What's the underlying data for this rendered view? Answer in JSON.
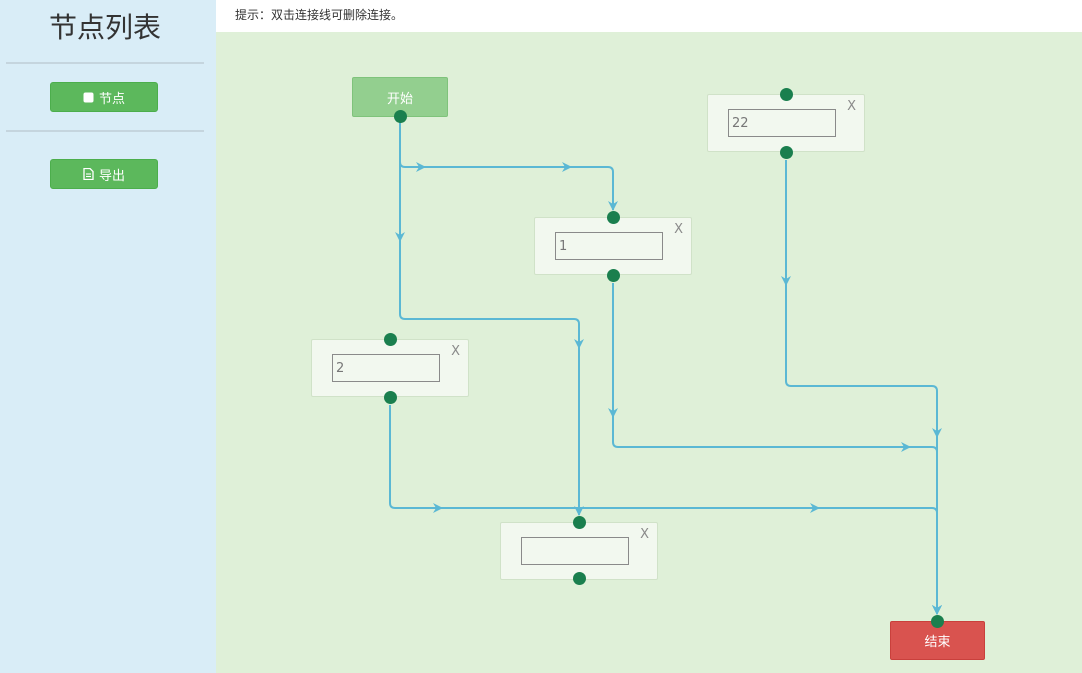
{
  "sidebar": {
    "title": "节点列表",
    "buttons": [
      {
        "label": "节点",
        "icon": "square-icon"
      },
      {
        "label": "导出",
        "icon": "file-icon"
      }
    ]
  },
  "hint": "提示：双击连接线可删除连接。",
  "colors": {
    "sidebar_bg": "#d9edf7",
    "canvas_bg": "#dff0d8",
    "button_green": "#5cb85c",
    "start_node": "#93cf8f",
    "end_node": "#d9534f",
    "connector": "#5bb8d4",
    "endpoint": "#1a7f4e"
  },
  "flow": {
    "start": {
      "label": "开始"
    },
    "end": {
      "label": "结束"
    },
    "nodes": [
      {
        "value": "22",
        "close_label": "X"
      },
      {
        "value": "1",
        "close_label": "X"
      },
      {
        "value": "2",
        "close_label": "X"
      },
      {
        "value": "",
        "close_label": "X"
      }
    ]
  }
}
